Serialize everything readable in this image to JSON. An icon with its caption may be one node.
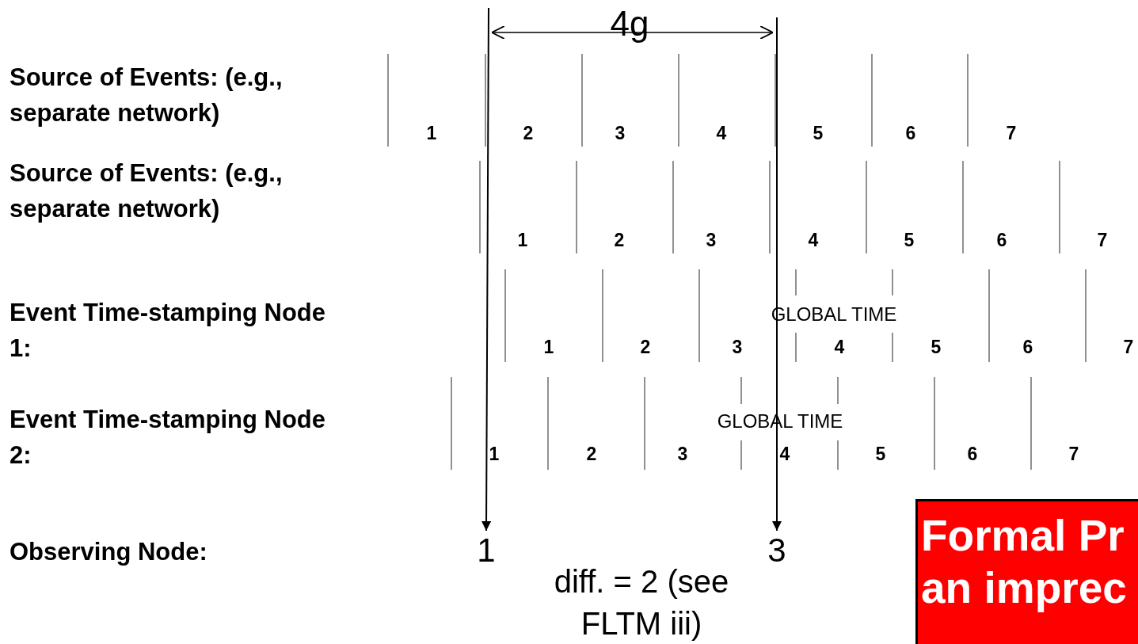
{
  "diagram": {
    "nodes": [
      {
        "text": [
          "1"
        ]
      },
      {
        "text": [
          "3"
        ]
      },
      {
        "text": [
          "Formal Pr an imprec"
        ]
      }
    ],
    "edges": [
      {
        "from": null,
        "to": 0,
        "arrow": "to"
      },
      {
        "from": null,
        "to": 1,
        "arrow": "to"
      }
    ],
    "labels": [
      "4g",
      "Source of Events: (e.g., separate network)",
      "1",
      "2",
      "3",
      "4",
      "5",
      "6",
      "7",
      "Source of Events: (e.g., separate network)",
      "1",
      "2",
      "3",
      "4",
      "5",
      "6",
      "7",
      "Event Time-stamping Node 1:",
      "GLOBAL TIME",
      "1",
      "2",
      "3",
      "4",
      "5",
      "6",
      "7",
      "Event Time-stamping Node 2:",
      "GLOBAL TIME",
      "1",
      "2",
      "3",
      "4",
      "5",
      "6",
      "7",
      "Observing Node:",
      "diff. = 2 (see FLTM iii)"
    ]
  }
}
